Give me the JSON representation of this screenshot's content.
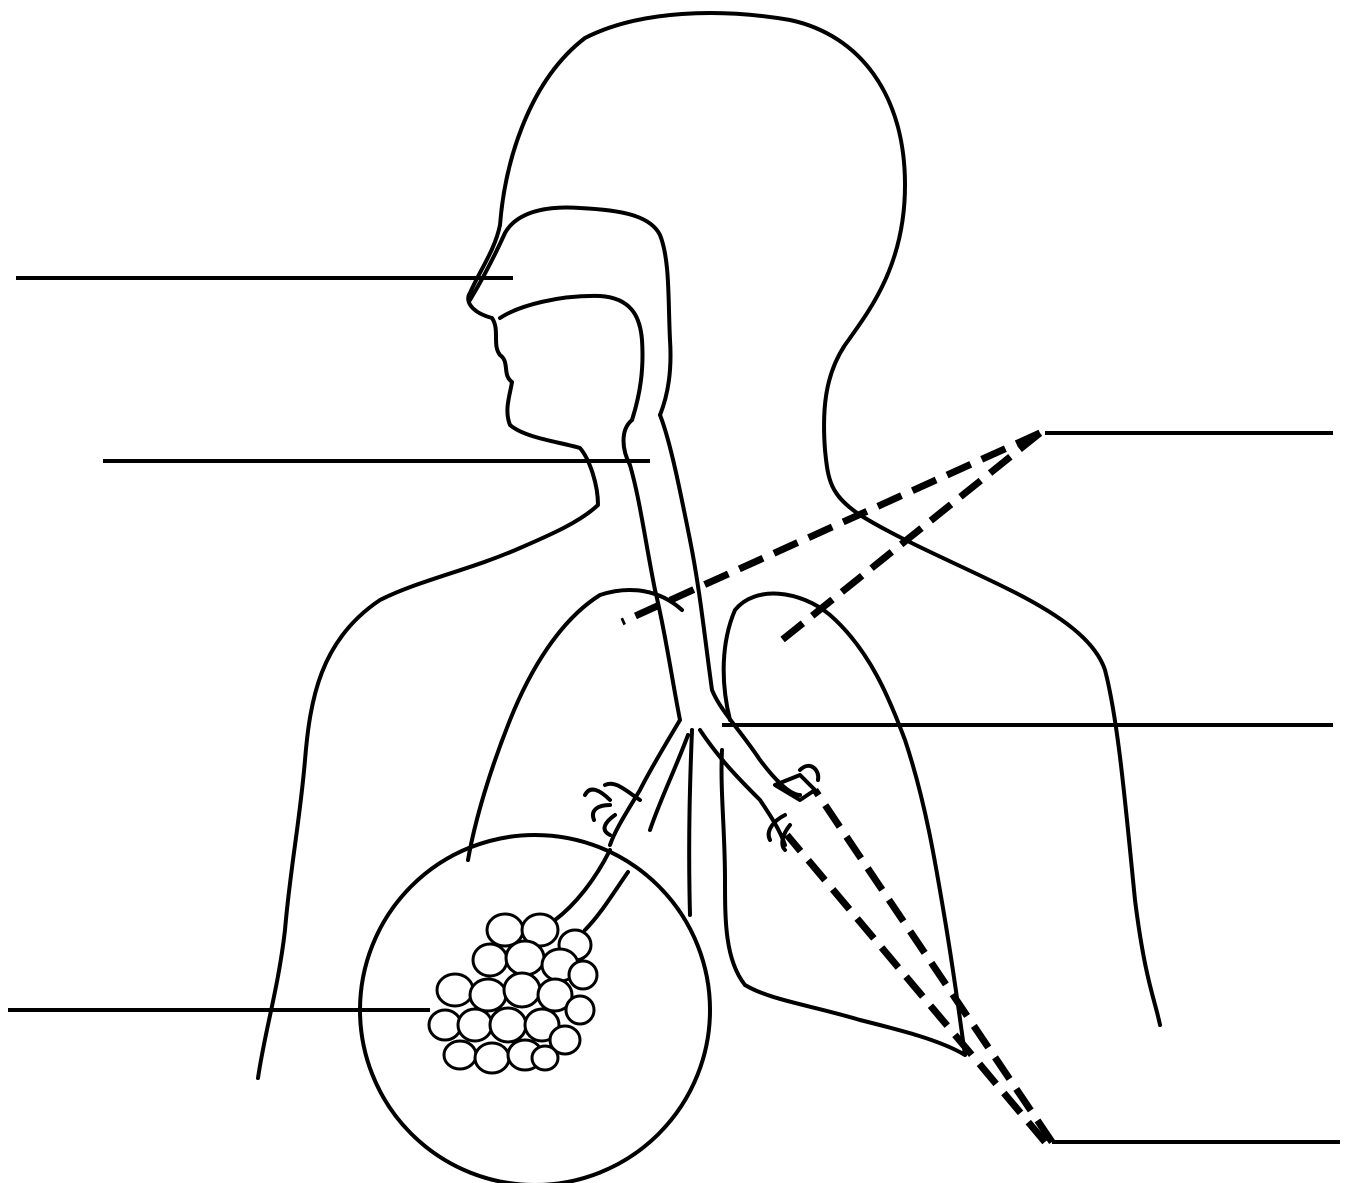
{
  "diagram": {
    "subject": "respiratory-system-blank",
    "label_count": 6,
    "labels": [
      {
        "id": "nasal-cavity",
        "text": ""
      },
      {
        "id": "pharynx-larynx",
        "text": ""
      },
      {
        "id": "lungs",
        "text": ""
      },
      {
        "id": "trachea-bronchi",
        "text": ""
      },
      {
        "id": "alveoli",
        "text": ""
      },
      {
        "id": "bronchioles",
        "text": ""
      }
    ],
    "colors": {
      "stroke": "#000000",
      "background": "#ffffff"
    }
  }
}
